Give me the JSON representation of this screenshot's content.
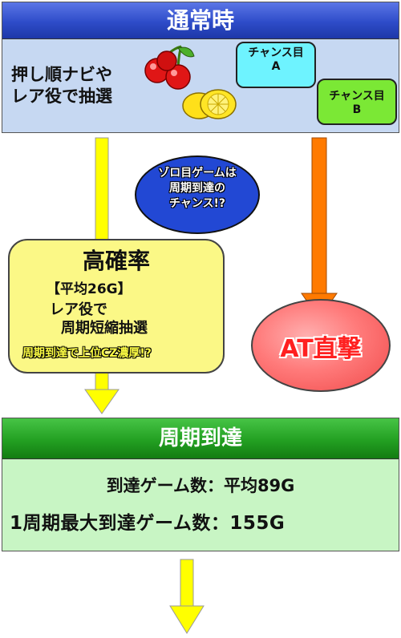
{
  "top": {
    "title": "通常時",
    "line1": "押し順ナビや",
    "line2": "レア役で抽選",
    "chance_a": {
      "line1": "チャンス目",
      "line2": "A"
    },
    "chance_b": {
      "line1": "チャンス目",
      "line2": "B"
    }
  },
  "bubble": {
    "line1": "ゾロ目ゲームは",
    "line2": "周期到達の",
    "line3": "チャンス!?"
  },
  "high": {
    "title": "高確率",
    "avg": "【平均26G】",
    "desc1": "レア役で",
    "desc2": "周期短縮抽選",
    "note": "周期到達で上位CZ濃厚!?"
  },
  "at": {
    "label": "AT直撃"
  },
  "bottom": {
    "title": "周期到達",
    "line1": "到達ゲーム数：平均89G",
    "line2": "1周期最大到達ゲーム数：155G"
  },
  "colors": {
    "top_header": "#2e4cc9",
    "top_bg": "#c6d8f2",
    "bottom_header": "#23a022",
    "bottom_bg": "#c8f5c4",
    "arrow_yellow": "#ffff00",
    "arrow_orange": "#ff7a00",
    "chance_a": "#6ef3ff",
    "chance_b": "#7be835",
    "high_box": "#fbf886",
    "at_text": "#ff2020",
    "bubble": "#2248d4"
  },
  "icons": [
    "cherry-icon",
    "lemon-icon"
  ]
}
